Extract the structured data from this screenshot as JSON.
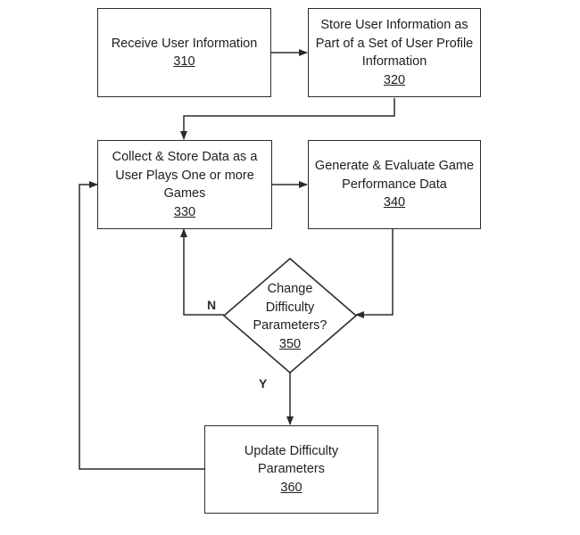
{
  "nodes": {
    "n310": {
      "lines": [
        "Receive User Information"
      ],
      "ref": "310"
    },
    "n320": {
      "lines": [
        "Store User Information as",
        "Part of a Set of User Profile",
        "Information"
      ],
      "ref": "320"
    },
    "n330": {
      "lines": [
        "Collect & Store Data as a",
        "User Plays One or more",
        "Games"
      ],
      "ref": "330"
    },
    "n340": {
      "lines": [
        "Generate & Evaluate Game",
        "Performance Data"
      ],
      "ref": "340"
    },
    "n350": {
      "lines": [
        "Change",
        "Difficulty",
        "Parameters?"
      ],
      "ref": "350"
    },
    "n360": {
      "lines": [
        "Update Difficulty",
        "Parameters"
      ],
      "ref": "360"
    }
  },
  "edges": {
    "no_label": "N",
    "yes_label": "Y"
  },
  "colors": {
    "stroke": "#2b2b2b",
    "text": "#1e1e1e",
    "background": "#ffffff"
  }
}
